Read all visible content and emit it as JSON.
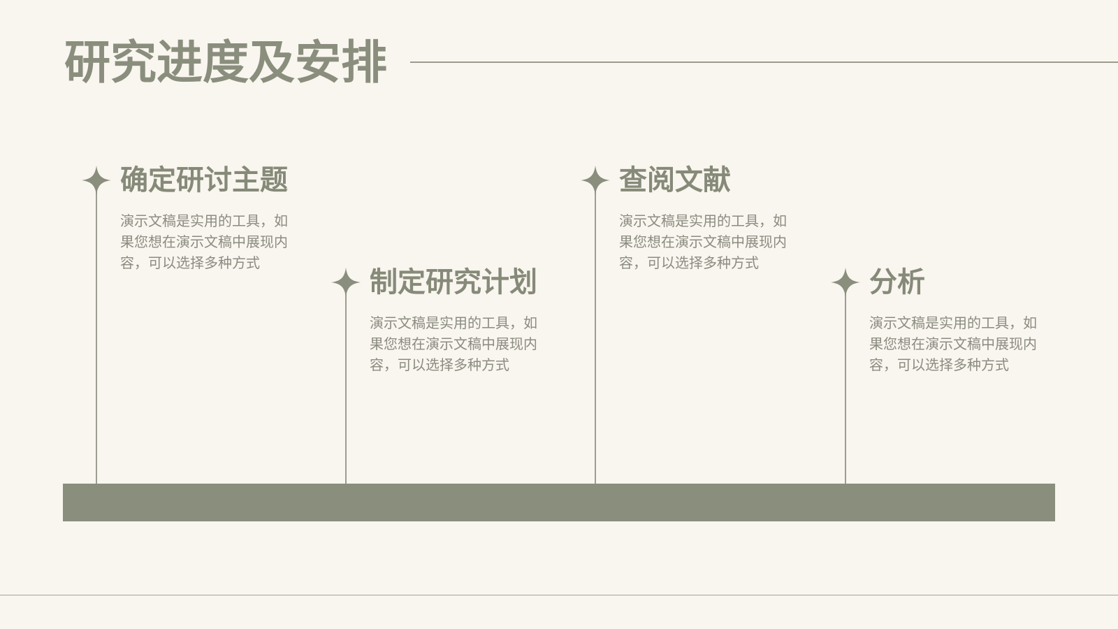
{
  "title": "研究进度及安排",
  "colors": {
    "background": "#f9f5ef",
    "accent": "#8a8e7d"
  },
  "timeline": {
    "marker_icon": "four-point-star-icon",
    "items": [
      {
        "heading": "确定研讨主题",
        "body": "演示文稿是实用的工具，如果您想在演示文稿中展现内容，可以选择多种方式"
      },
      {
        "heading": "制定研究计划",
        "body": "演示文稿是实用的工具，如果您想在演示文稿中展现内容，可以选择多种方式"
      },
      {
        "heading": "查阅文献",
        "body": "演示文稿是实用的工具，如果您想在演示文稿中展现内容，可以选择多种方式"
      },
      {
        "heading": "分析",
        "body": "演示文稿是实用的工具，如果您想在演示文稿中展现内容，可以选择多种方式"
      }
    ]
  }
}
